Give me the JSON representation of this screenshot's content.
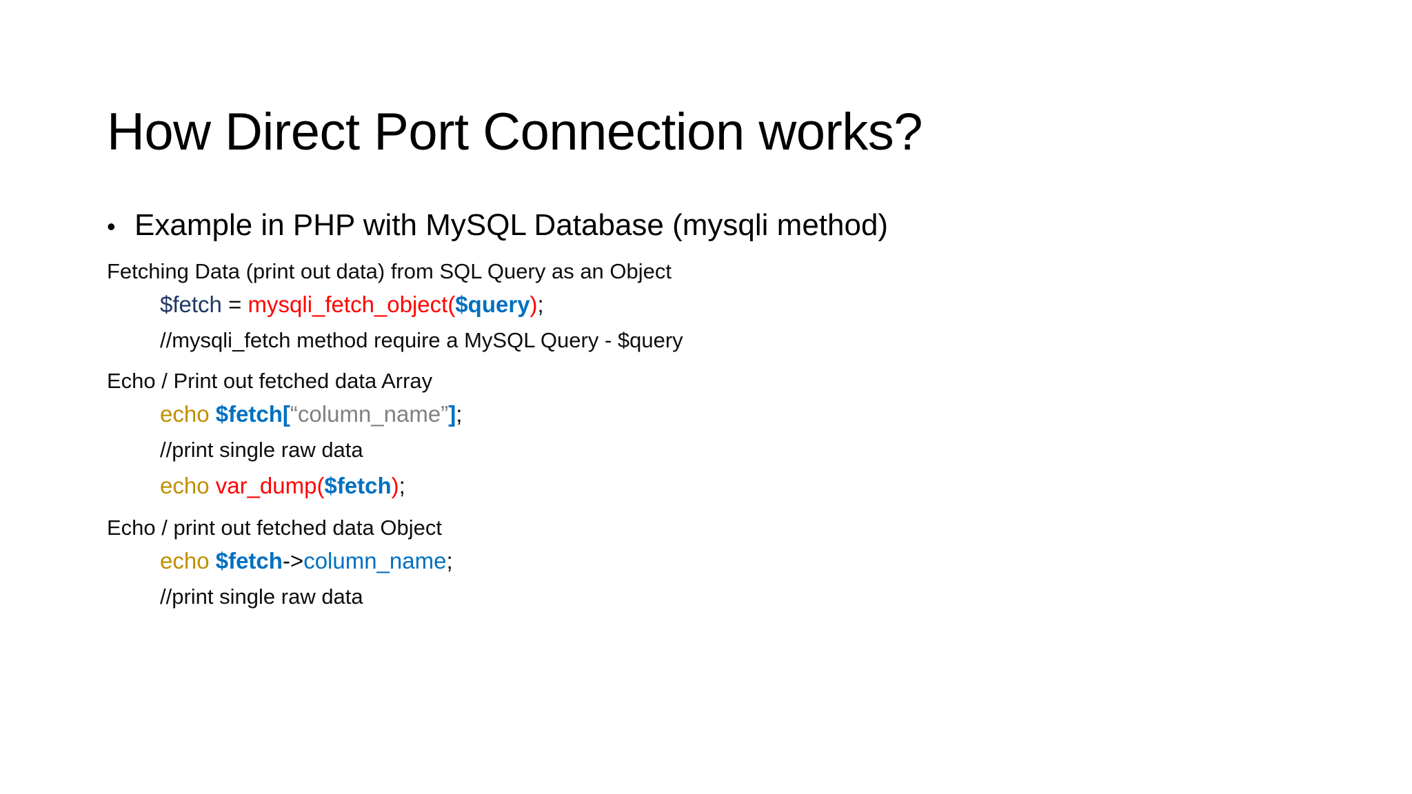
{
  "slide": {
    "title": "How Direct Port Connection works?",
    "bullet": {
      "marker": "•",
      "text": "Example in PHP with MySQL Database (mysqli method)"
    },
    "sections": [
      {
        "heading": "Fetching Data (print out data) from SQL Query as an Object",
        "lines": [
          {
            "type": "code",
            "tokens": [
              {
                "text": "$fetch",
                "style": "var-dark"
              },
              {
                "text": " = ",
                "style": "plain"
              },
              {
                "text": "mysqli_fetch_object(",
                "style": "func-red"
              },
              {
                "text": "$query",
                "style": "var-blue"
              },
              {
                "text": ")",
                "style": "func-red"
              },
              {
                "text": ";",
                "style": "plain"
              }
            ]
          },
          {
            "type": "comment",
            "tokens": [
              {
                "text": "//mysqli_fetch method require a MySQL Query - $query",
                "style": "plain"
              }
            ]
          }
        ]
      },
      {
        "heading": "Echo / Print out fetched data Array",
        "lines": [
          {
            "type": "code",
            "tokens": [
              {
                "text": "echo ",
                "style": "echo"
              },
              {
                "text": "$fetch[",
                "style": "var-blue"
              },
              {
                "text": "“column_name”",
                "style": "gray"
              },
              {
                "text": "]",
                "style": "var-blue"
              },
              {
                "text": ";",
                "style": "plain"
              }
            ]
          },
          {
            "type": "comment",
            "tokens": [
              {
                "text": "//print single raw data",
                "style": "plain"
              }
            ]
          },
          {
            "type": "code",
            "tokens": [
              {
                "text": "echo ",
                "style": "echo"
              },
              {
                "text": "var_dump(",
                "style": "func-red"
              },
              {
                "text": "$fetch",
                "style": "var-blue"
              },
              {
                "text": ")",
                "style": "func-red"
              },
              {
                "text": ";",
                "style": "plain"
              }
            ]
          }
        ]
      },
      {
        "heading": "Echo / print out fetched data Object",
        "lines": [
          {
            "type": "code",
            "tokens": [
              {
                "text": "echo ",
                "style": "echo"
              },
              {
                "text": "$fetch",
                "style": "var-blue"
              },
              {
                "text": "->",
                "style": "plain"
              },
              {
                "text": "column_name",
                "style": "var-blue-n"
              },
              {
                "text": ";",
                "style": "plain"
              }
            ]
          },
          {
            "type": "comment",
            "tokens": [
              {
                "text": "//print single raw data",
                "style": "plain"
              }
            ]
          }
        ]
      }
    ],
    "colors": {
      "variable_dark_blue": "#1f3864",
      "function_red": "#ff0000",
      "variable_blue": "#0070c0",
      "echo_gold": "#bf9000",
      "string_gray": "#808080",
      "text_black": "#0d0d0d",
      "background": "#ffffff"
    }
  }
}
